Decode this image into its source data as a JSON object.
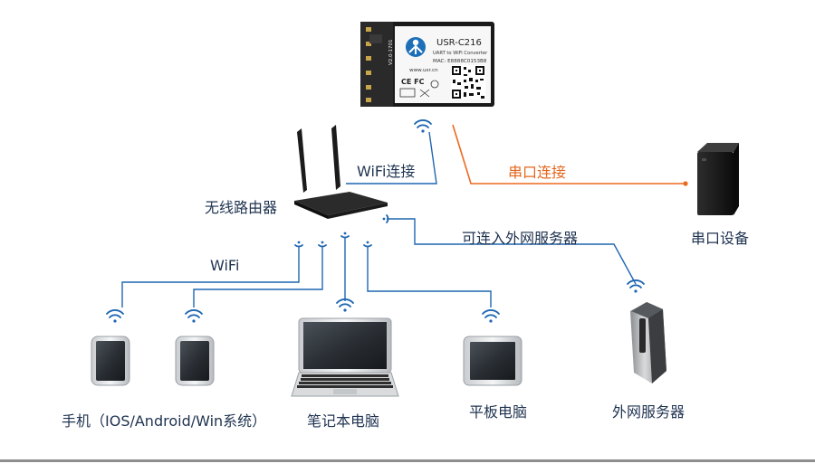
{
  "module": {
    "model": "USR-C216",
    "subtitle": "UART to WiFi Converter",
    "mac": "MAC: E8888C0153B8",
    "website": "www.usr.cn",
    "certs": "CE FC",
    "version": "V2.0-1701"
  },
  "labels": {
    "router": "无线路由器",
    "wifi_link": "WiFi连接",
    "serial_link": "串口连接",
    "serial_device": "串口设备",
    "external_access": "可连入外网服务器",
    "wifi": "WiFi",
    "phone": "手机（IOS/Android/Win系统）",
    "laptop": "笔记本电脑",
    "tablet": "平板电脑",
    "server": "外网服务器"
  },
  "colors": {
    "wifi_line": "#1f67b1",
    "serial_line": "#ec6a1e",
    "text": "#1f3350",
    "bottom_rule": "#8e8e8e"
  }
}
